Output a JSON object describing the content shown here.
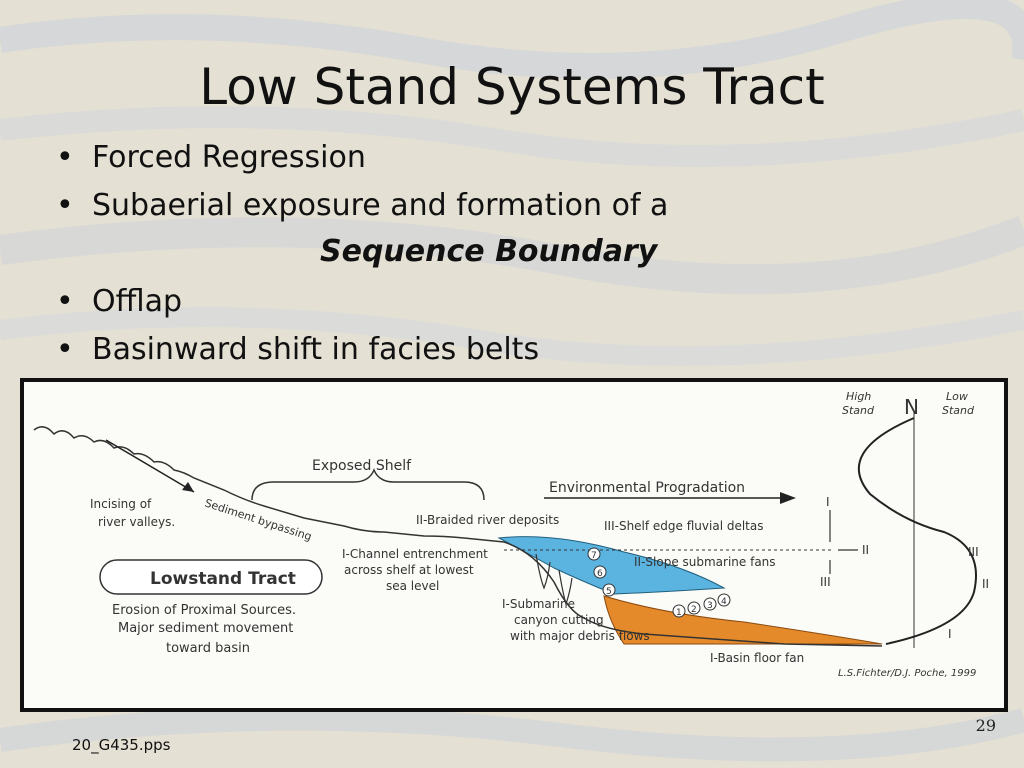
{
  "slide": {
    "title": "Low Stand Systems Tract",
    "bullets": [
      "Forced Regression",
      "Subaerial exposure and formation of a",
      "Offlap",
      "Basinward shift in facies belts"
    ],
    "emphasis": "Sequence Boundary",
    "page_number": "29",
    "filename": "20_G435.pps"
  },
  "diagram": {
    "labels": {
      "exposed_shelf": "Exposed Shelf",
      "env_progradation": "Environmental Progradation",
      "incising_1": "Incising of",
      "incising_2": "river valleys.",
      "sediment_bypassing": "Sediment bypassing",
      "braided": "II-Braided river deposits",
      "shelf_edge": "III-Shelf edge fluvial deltas",
      "channel_1": "I-Channel entrenchment",
      "channel_2": "across shelf at lowest",
      "channel_3": "sea level",
      "slope_fans": "II-Slope submarine fans",
      "canyon_1": "I-Submarine",
      "canyon_2": "canyon cutting",
      "canyon_3": "with major debris flows",
      "basin_fan": "I-Basin floor fan",
      "lowstand_tract": "Lowstand Tract",
      "erosion_1": "Erosion of Proximal Sources.",
      "erosion_2": "Major sediment movement",
      "erosion_3": "toward basin",
      "high_stand_1": "High",
      "high_stand_2": "Stand",
      "low_stand_1": "Low",
      "low_stand_2": "Stand",
      "n_axis": "N",
      "credit": "L.S.Fichter/D.J. Poche, 1999",
      "r1": "I",
      "r2": "II",
      "r3": "III",
      "s1": "III",
      "s2": "II",
      "s3": "I",
      "n1": "1",
      "n2": "2",
      "n3": "3",
      "n4": "4",
      "n5": "5",
      "n6": "6",
      "n7": "7"
    },
    "colors": {
      "basin_fan": "#e58a2a",
      "slope_fan": "#5bb4e0",
      "line": "#333333"
    }
  }
}
